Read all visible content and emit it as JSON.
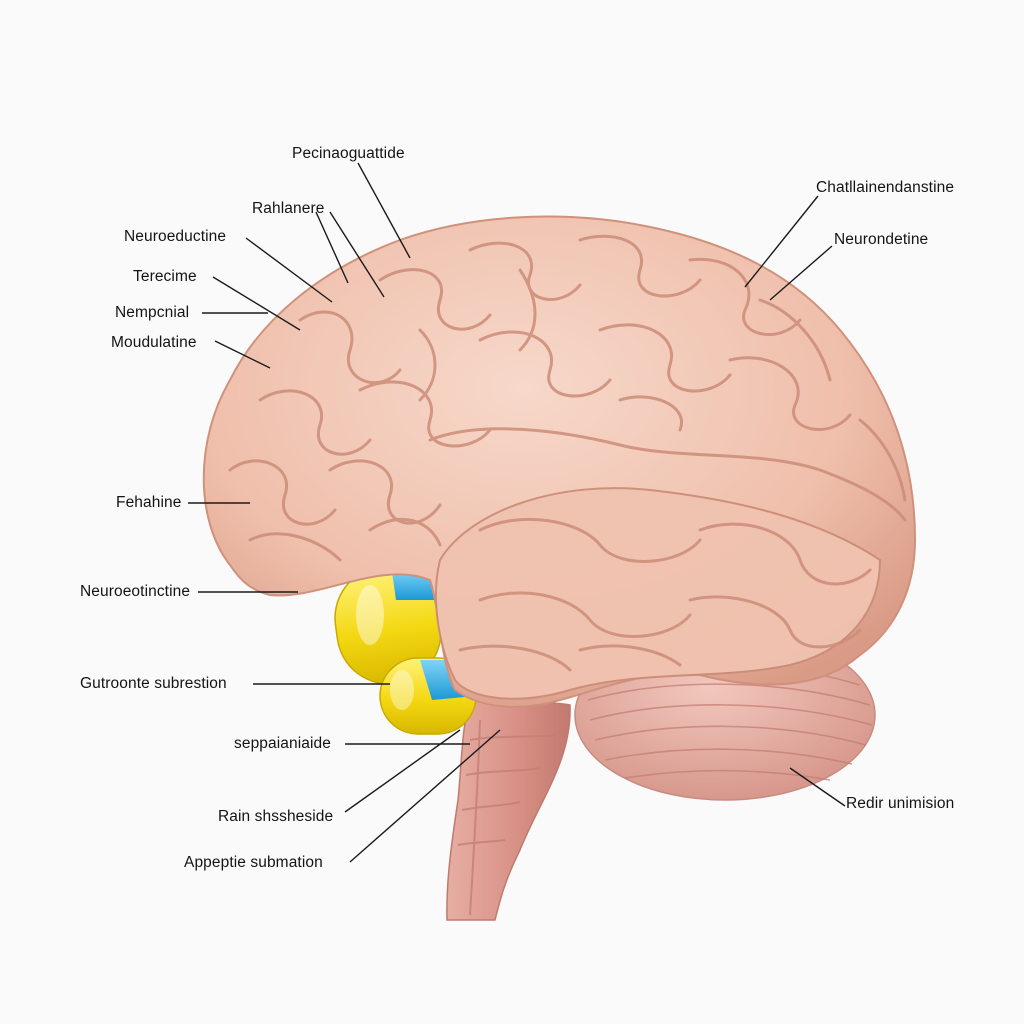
{
  "labels": {
    "l1": "Pecinaoguattide",
    "l2": "Rahlanere",
    "l3": "Neuroeductine",
    "l4": "Terecime",
    "l5": "Nempcnial",
    "l6": "Moudulatine",
    "l7": "Fehahine",
    "l8": "Neuroeotinctine",
    "l9": "Gutroonte subrestion",
    "l10": "seppaianiaide",
    "l11": "Rain shssheside",
    "l12": "Appeptie submation",
    "r1": "Chatllainendanstine",
    "r2": "Neurondetine",
    "r3": "Redir unimision"
  },
  "colors": {
    "brain": "#f1c5b2",
    "brain_shadow": "#d89d89",
    "cerebellum": "#e8b0a4",
    "brainstem": "#de9a8f",
    "pill_yellow": "#f6dd1c",
    "pill_blue": "#2fb2ea"
  }
}
